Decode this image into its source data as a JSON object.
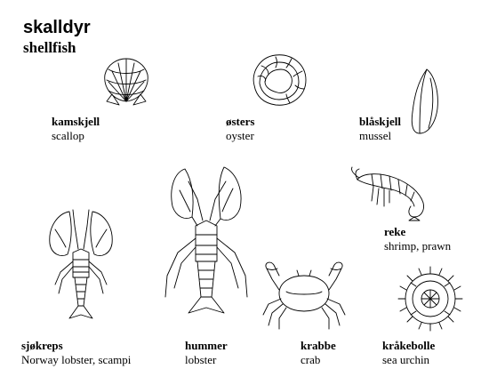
{
  "title": "skalldyr",
  "subtitle": "shellfish",
  "items": [
    {
      "norwegian": "kamskjell",
      "english": "scallop",
      "icon": "scallop-icon"
    },
    {
      "norwegian": "østers",
      "english": "oyster",
      "icon": "oyster-icon"
    },
    {
      "norwegian": "blåskjell",
      "english": "mussel",
      "icon": "mussel-icon"
    },
    {
      "norwegian": "reke",
      "english": "shrimp, prawn",
      "icon": "shrimp-icon"
    },
    {
      "norwegian": "sjøkreps",
      "english": "Norway lobster, scampi",
      "icon": "norway-lobster-icon"
    },
    {
      "norwegian": "hummer",
      "english": "lobster",
      "icon": "lobster-icon"
    },
    {
      "norwegian": "krabbe",
      "english": "crab",
      "icon": "crab-icon"
    },
    {
      "norwegian": "kråkebolle",
      "english": "sea urchin",
      "icon": "sea-urchin-icon"
    }
  ]
}
